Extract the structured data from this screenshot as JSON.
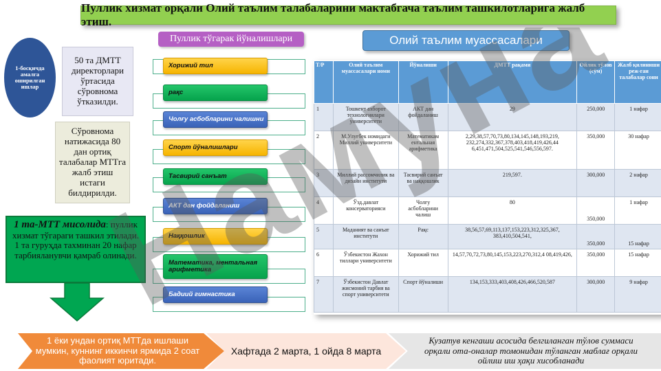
{
  "title": "Пуллик хизмат орқали Олий таълим талабаларини мактабгача таълим ташкилотларига жалб этиш.",
  "directions_header": "Пуллик тўгарак йўналишлари",
  "universities_header": "Олий таълим муассасалари",
  "stage": {
    "label": "1-босқичда амалга оширилган ишлар"
  },
  "notes": [
    "50 та ДМТТ директорлари ўртасида сўровнома ўтказилди.",
    "Сўровнома натижасида 80 дан ортиқ талабалар МТТга жалб этиш истаги билдирилди."
  ],
  "example": {
    "lead": "1 та-МТТ мисолида",
    "text": ": пуллик хизмат тўгараги ташкил этилади. 1 та гуруҳда тахминан 20 нафар тарбияланувчи қамраб олинади."
  },
  "directions": [
    {
      "label": "Хорижий тил",
      "color": "orange"
    },
    {
      "label": "рақс",
      "color": "green"
    },
    {
      "label": "Чолғу асбобларини чалишни",
      "color": "blue"
    },
    {
      "label": "Спорт йўналишлари",
      "color": "orange"
    },
    {
      "label": "Тасвирий санъат",
      "color": "green"
    },
    {
      "label": "АКТ дан фойдаланиш",
      "color": "blue"
    },
    {
      "label": "Наққошлик",
      "color": "orange"
    },
    {
      "label": "Математика, ментальная арифметика",
      "color": "green"
    },
    {
      "label": "Бадиий гимнастика",
      "color": "blue"
    }
  ],
  "table": {
    "headers": [
      "Т/Р",
      "Олий таълим муассасалари номи",
      "Йўналиши",
      "ДМТТ рақами",
      "Ойлик тўлов (сўм)",
      "Жалб қилиниши реж-ган талабалар сони"
    ],
    "rows": [
      [
        "1",
        "Тошкент ахборот технологиялари университети",
        "АКТ дан фойдаланиш",
        "29",
        "250,000",
        "1 нафар"
      ],
      [
        "2",
        "М.Улуғбек номидаги Миллий университети",
        "Математикам ентальная арифметика",
        "2,29,38,57,70,73,80,134,145,148,193,219, 232,274,332,367,378,403,418,419,426,44 6,451,471,504,525,541,546,556,597.",
        "350,000",
        "30 нафар"
      ],
      [
        "3",
        "Миллий рассомчилик ва дизайн институти",
        "Тасвирий санъат ва наққошлик",
        "219,597.",
        "300,000",
        "2 нафар"
      ],
      [
        "4",
        "Ўзд.давлат консерваторияси",
        "Чолғу асбобларини чалиш",
        "80",
        "350,000",
        "1 нафар"
      ],
      [
        "5",
        "Маданият ва санъат институти",
        "Рақс",
        "38,56,57,69,113,137,153,223,312,325,367, 383,410,504,541,",
        "350,000",
        "15 нафар"
      ],
      [
        "6",
        "Ўзбекистон Жахон тиллари университети",
        "Хорижий тил",
        "14,57,70,72,73,80,145,153,223,270,312,4 08,419,426,",
        "350,000",
        "15 нафар"
      ],
      [
        "7",
        "Ўзбекистон Давлат жисмоний тарбия ва спорт университети",
        "Спорт йўналиши",
        "134,153,333,403,408,426,466,520,587",
        "300,000",
        "9 нафар"
      ]
    ]
  },
  "footer": [
    "1 ёки ундан ортиқ МТТда ишлаши мумкин, куннинг иккинчи ярмида 2 соат фаолият юритади.",
    "Хафтада 2 марта, 1 ойда 8 марта",
    "Кузатув кенгаши асосида белгиланган тўлов суммаси орқали ота-оналар томонидан тўланган маблағ орқали ойлиш иш ҳақи хисобланади"
  ],
  "watermark": "Намуна",
  "colors": {
    "title_bg": "#92d050",
    "header_blue": "#5b9bd5",
    "purple": "#b55fc4",
    "green": "#00a651",
    "orange": "#f08a3a"
  }
}
